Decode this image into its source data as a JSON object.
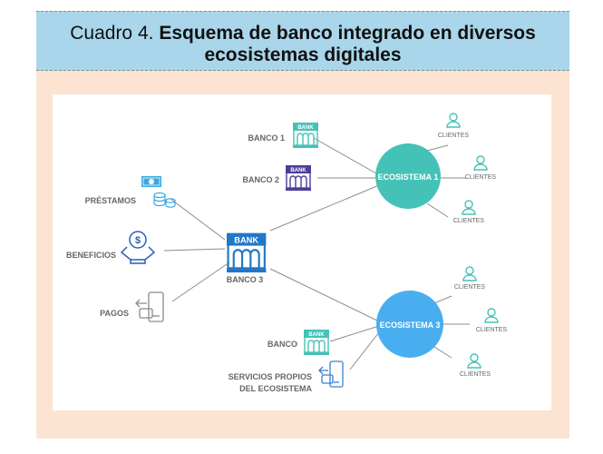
{
  "title": {
    "prefix": "Cuadro 4.",
    "line1_bold": "Esquema de banco integrado en diversos",
    "line2": "ecosistemas digitales"
  },
  "diagram": {
    "banks": {
      "banco1": "BANCO 1",
      "banco2": "BANCO 2",
      "banco3": "BANCO 3",
      "banco": "BANCO"
    },
    "services": {
      "prestamos": "PRÉSTAMOS",
      "beneficios": "BENEFICIOS",
      "pagos": "PAGOS",
      "servicios_line1": "SERVICIOS PROPIOS",
      "servicios_line2": "DEL ECOSISTEMA"
    },
    "ecosystems": {
      "eco1": "ECOSISTEMA 1",
      "eco3": "ECOSISTEMA 3"
    },
    "client_label": "CLIENTES",
    "bank_sign": "BANK",
    "icons": [
      "bank-icon",
      "money-icon",
      "coins-icon",
      "benefits-box-icon",
      "mobile-payment-icon",
      "user-icon"
    ],
    "colors": {
      "ecosystem1": "#45c2b7",
      "ecosystem3": "#49aef0",
      "banco1_icon": "#45c2b7",
      "banco2_icon": "#4b3f97",
      "banco3_icon": "#2277c6",
      "services_icon": "#3a7fd0",
      "client_icon": "#45c2b7",
      "title_band": "#a9d6ea",
      "page_background": "#fde3d2"
    }
  }
}
